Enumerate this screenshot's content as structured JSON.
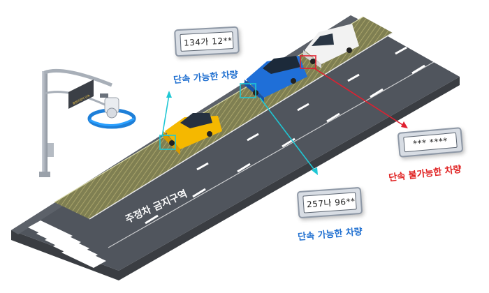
{
  "road": {
    "zone_label": "주정차 금지구역"
  },
  "camera": {
    "sign_text": "불법주정차 단속"
  },
  "callouts": [
    {
      "plate": "134가 12**",
      "caption": "단속 가능한 차량",
      "caption_color": "#1f6fd0"
    },
    {
      "plate": "257나 96**",
      "caption": "단속 가능한 차량",
      "caption_color": "#1f6fd0"
    },
    {
      "plate": "*** ****",
      "caption": "단속 불가능한 차량",
      "caption_color": "#e02020"
    }
  ],
  "colors": {
    "road": "#4e535b",
    "median": "#8a8a5a",
    "cyan": "#1fc7d4",
    "red": "#e02030",
    "yellow_car": "#f5b800",
    "blue_car": "#1f6fd8",
    "van": "#f2f2f2"
  }
}
